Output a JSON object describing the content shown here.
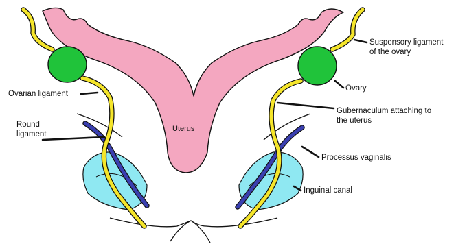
{
  "labels": {
    "uterus": "Uterus",
    "ovarian_ligament": "Ovarian ligament",
    "round_ligament": "Round\nligament",
    "suspensory_ligament": "Suspensory ligament\nof the ovary",
    "ovary": "Ovary",
    "gubernaculum": "Gubernaculum attaching to\nthe uterus",
    "processus_vaginalis": "Processus vaginalis",
    "inguinal_canal": "Inguinal canal"
  },
  "colors": {
    "uterus": "#f4a7c0",
    "ovary": "#20c33a",
    "ligament": "#f5e52a",
    "processus": "#3a3fb0",
    "canal": "#8fe8f2",
    "outline": "#111111"
  }
}
